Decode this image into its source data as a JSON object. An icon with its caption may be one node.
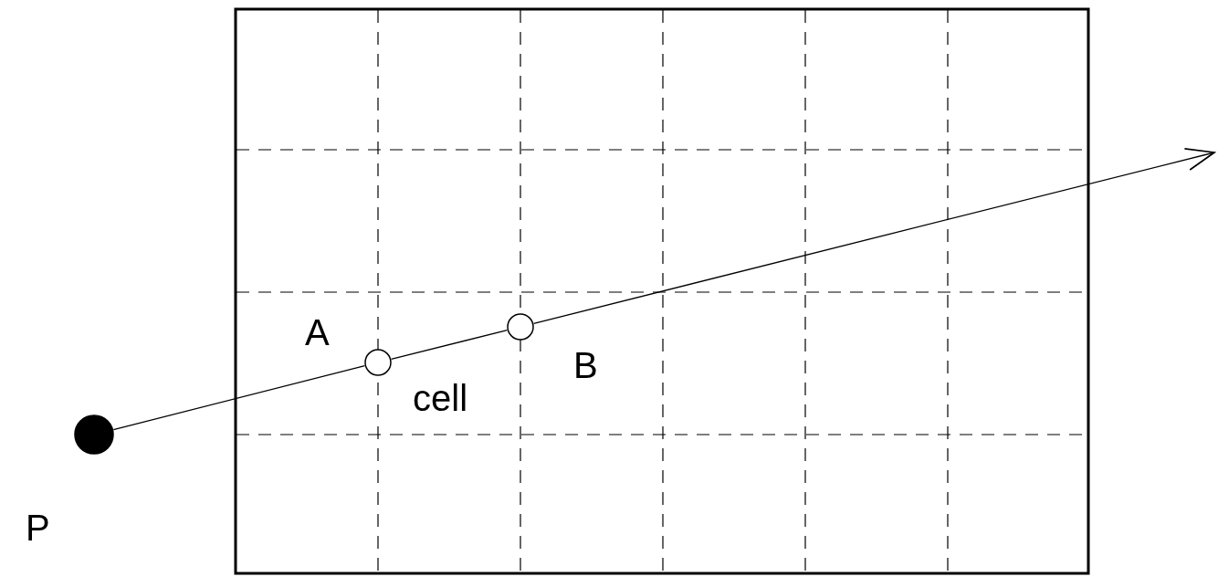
{
  "diagram": {
    "nodes": [
      {
        "text": [],
        "shape": "circle",
        "beside": [
          "P"
        ]
      },
      {
        "text": [],
        "shape": "circle",
        "beside": [
          "A"
        ]
      },
      {
        "text": [],
        "shape": "circle",
        "beside": [
          "B"
        ]
      }
    ],
    "edges": [
      {
        "from": 0,
        "to": 1,
        "arrow": "none"
      },
      {
        "from": 1,
        "to": 2,
        "arrow": "none"
      },
      {
        "from": 2,
        "to": null,
        "arrow": "to"
      }
    ],
    "labels": [
      "cell"
    ]
  }
}
